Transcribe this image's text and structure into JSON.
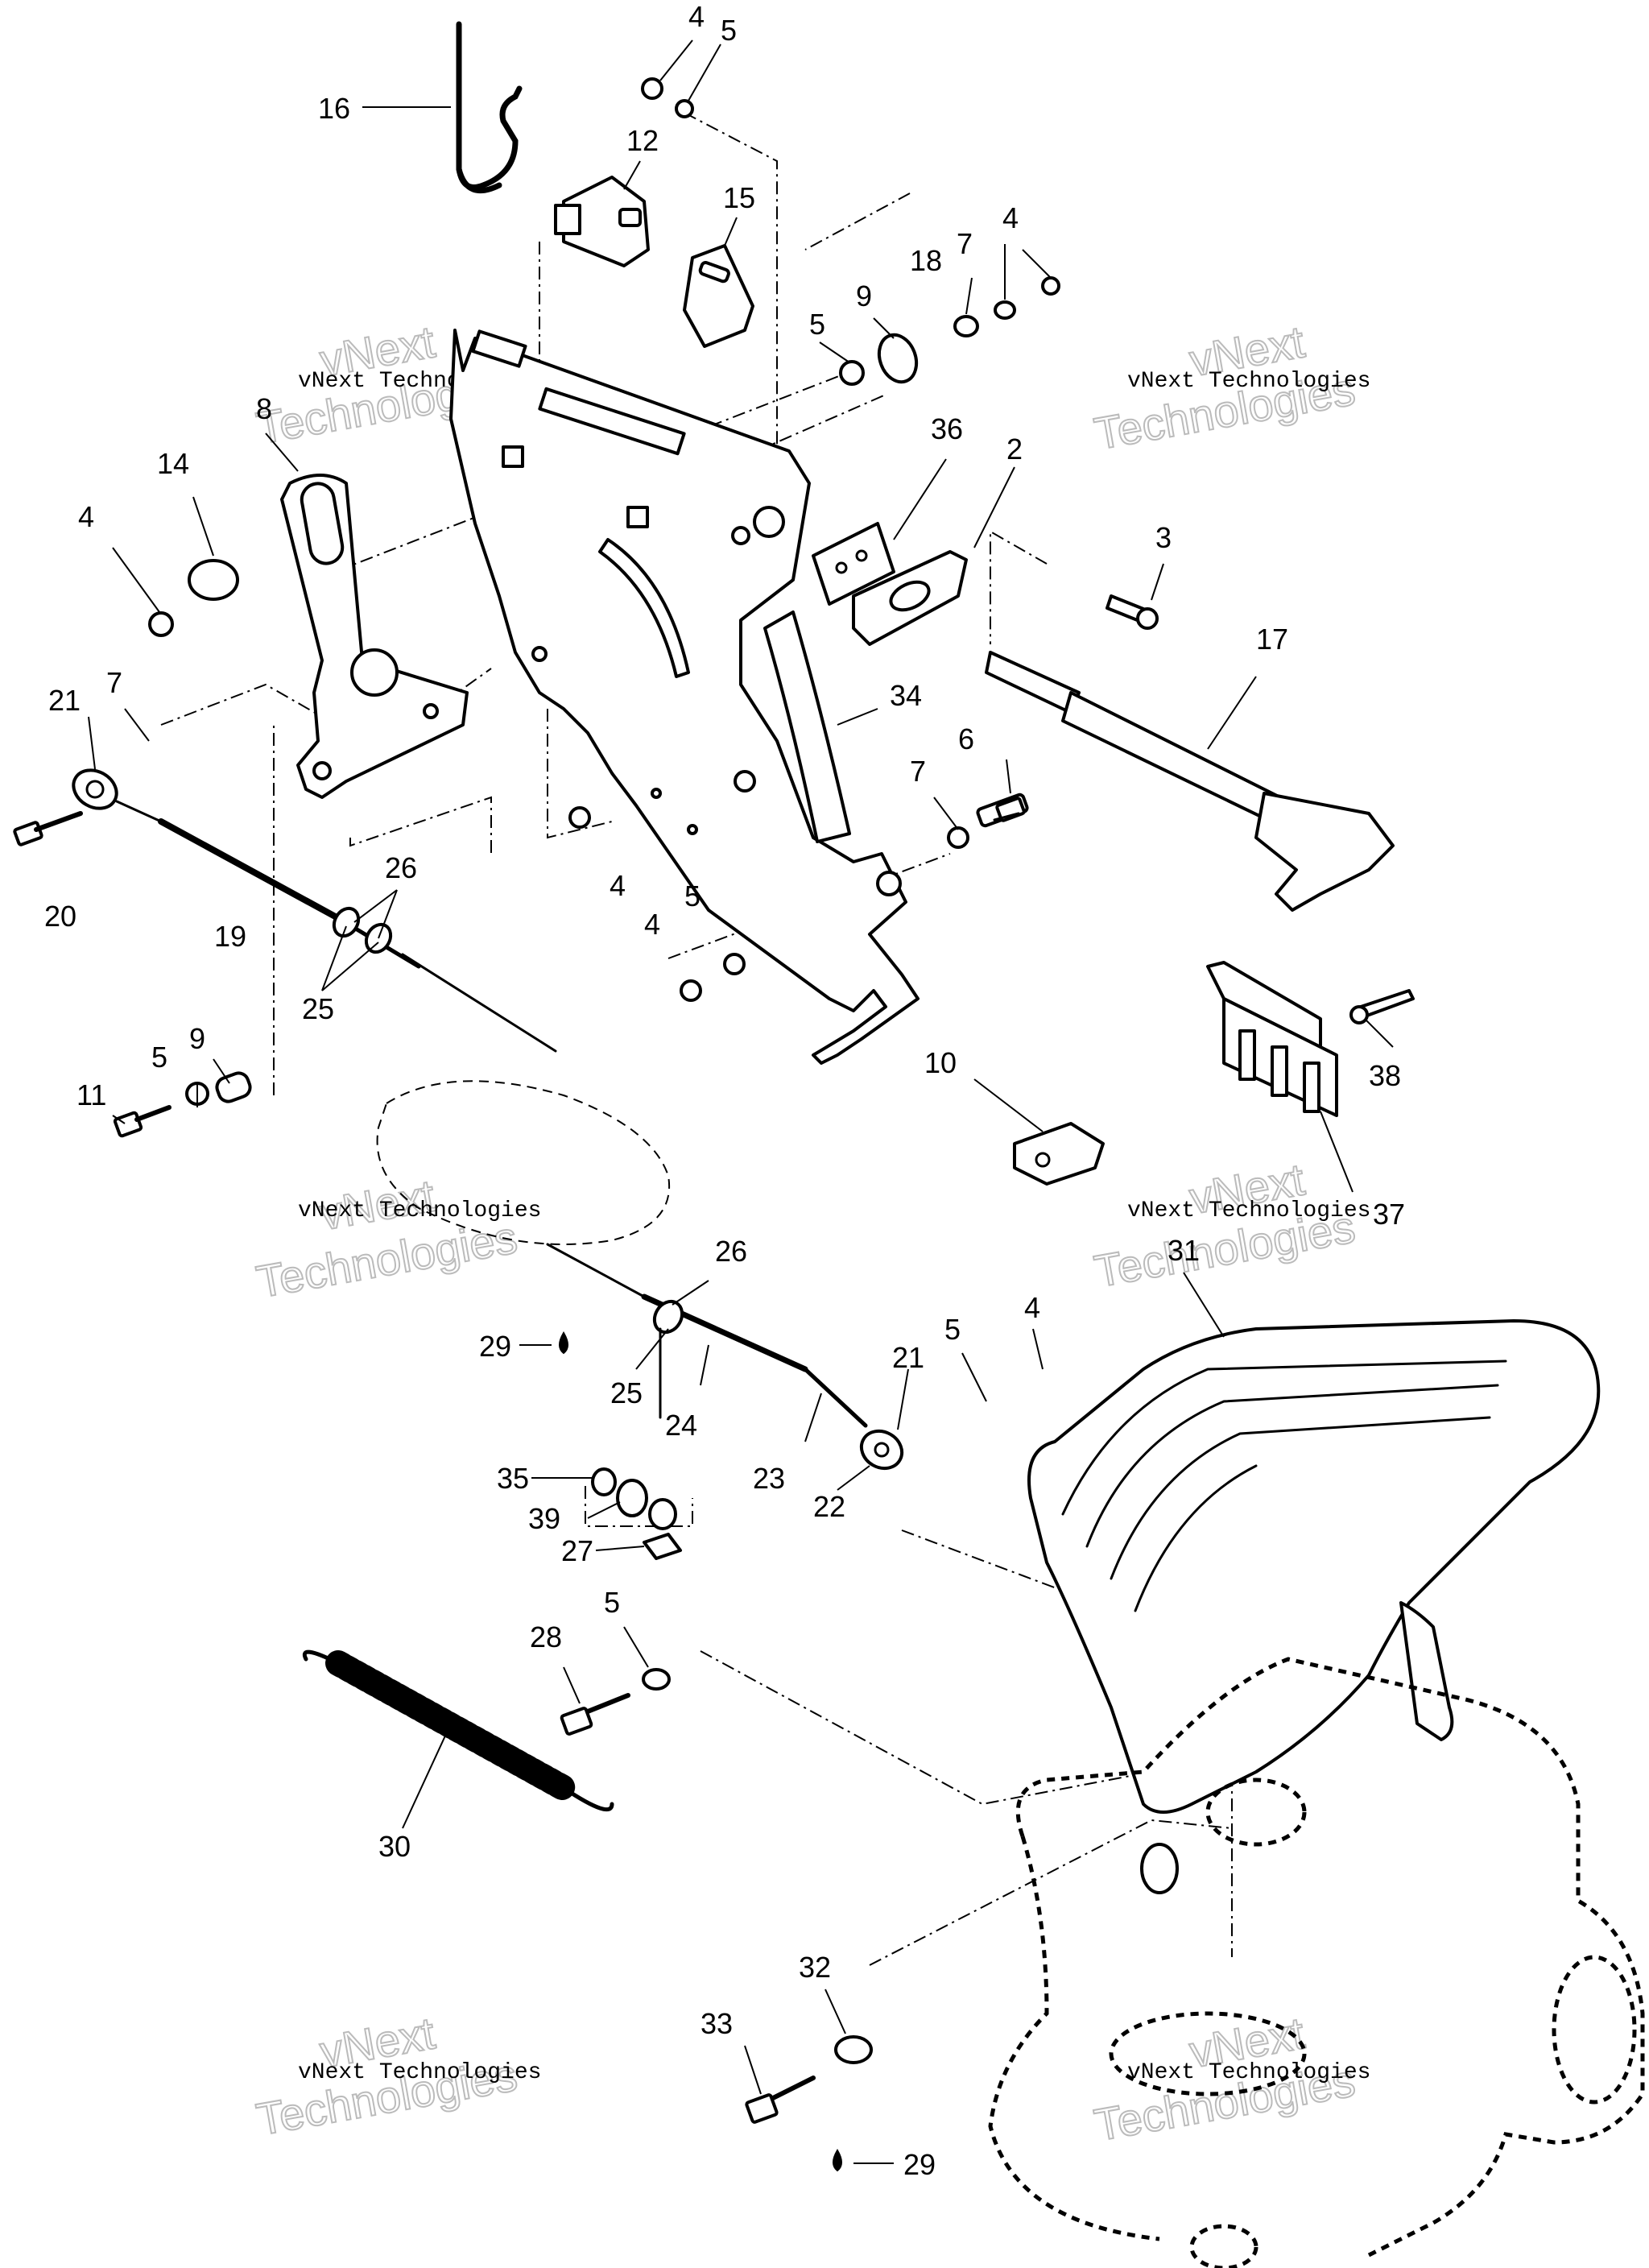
{
  "diagram": {
    "watermark": {
      "brand_line": "vNext Technologies",
      "big_word_1": "vNext",
      "big_word_2": "Technologies"
    },
    "callouts": [
      "16",
      "4",
      "5",
      "12",
      "15",
      "4",
      "7",
      "18",
      "9",
      "5",
      "36",
      "2",
      "8",
      "14",
      "4",
      "3",
      "17",
      "21",
      "7",
      "34",
      "6",
      "7",
      "20",
      "26",
      "19",
      "25",
      "4",
      "5",
      "4",
      "9",
      "5",
      "11",
      "10",
      "38",
      "37",
      "26",
      "29",
      "25",
      "24",
      "21",
      "5",
      "4",
      "31",
      "35",
      "39",
      "27",
      "23",
      "22",
      "28",
      "5",
      "30",
      "32",
      "33",
      "29"
    ]
  }
}
